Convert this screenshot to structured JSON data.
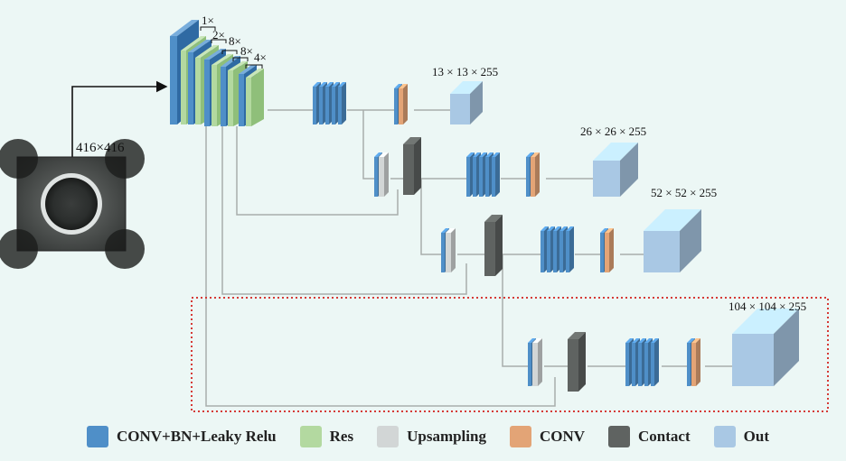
{
  "input": {
    "size_label": "416×416"
  },
  "backbone": {
    "repeat_labels": [
      "1×",
      "2×",
      "8×",
      "8×",
      "4×"
    ]
  },
  "outputs": [
    {
      "label": "13 × 13 × 255"
    },
    {
      "label": "26 × 26 × 255"
    },
    {
      "label": "52 × 52 × 255"
    },
    {
      "label": "104 × 104 × 255"
    }
  ],
  "legend": [
    {
      "label": "CONV+BN+Leaky Relu",
      "color": "#4f8fc8",
      "key": "conv-bn-leaky-relu"
    },
    {
      "label": "Res",
      "color": "#b3d9a0",
      "key": "res"
    },
    {
      "label": "Upsampling",
      "color": "#d2d6d6",
      "key": "upsampling"
    },
    {
      "label": "CONV",
      "color": "#e3a476",
      "key": "conv"
    },
    {
      "label": "Contact",
      "color": "#5f6361",
      "key": "contact"
    },
    {
      "label": "Out",
      "color": "#a9c8e4",
      "key": "out"
    }
  ],
  "colors": {
    "conv_bn": "#4f8fc8",
    "conv_bn_dark": "#2f6aa3",
    "res": "#b3d9a0",
    "up": "#d2d6d6",
    "conv": "#e3a476",
    "contact": "#5f6361",
    "out": "#a9c8e4",
    "line": "#a8aeac",
    "highlight_box": "#d63a36"
  }
}
